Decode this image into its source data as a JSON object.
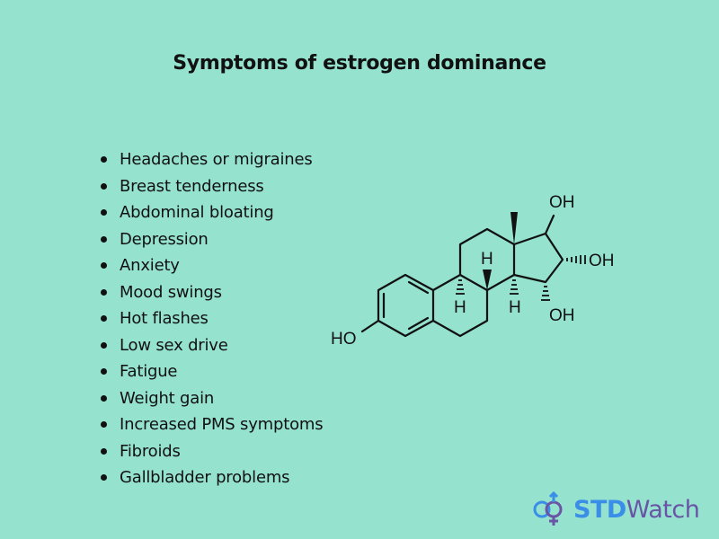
{
  "title": "Symptoms of estrogen dominance",
  "symptoms": [
    "Headaches or migraines",
    "Breast tenderness",
    "Abdominal bloating",
    "Depression",
    "Anxiety",
    "Mood swings",
    "Hot flashes",
    "Low sex drive",
    "Fatigue",
    "Weight gain",
    "Increased PMS symptoms",
    "Fibroids",
    "Gallbladder problems"
  ],
  "molecule": {
    "labels": {
      "oh_top": "OH",
      "oh_right": "OH",
      "oh_bottom": "OH",
      "ho_left": "HO",
      "h_top": "H",
      "h_left": "H",
      "h_right": "H"
    }
  },
  "logo": {
    "part1": "STD",
    "part2": "Watch",
    "colors": {
      "std": "#3b8ee8",
      "watch": "#6a54a6"
    }
  },
  "colors": {
    "background": "#95e2cf",
    "text": "#111111"
  }
}
